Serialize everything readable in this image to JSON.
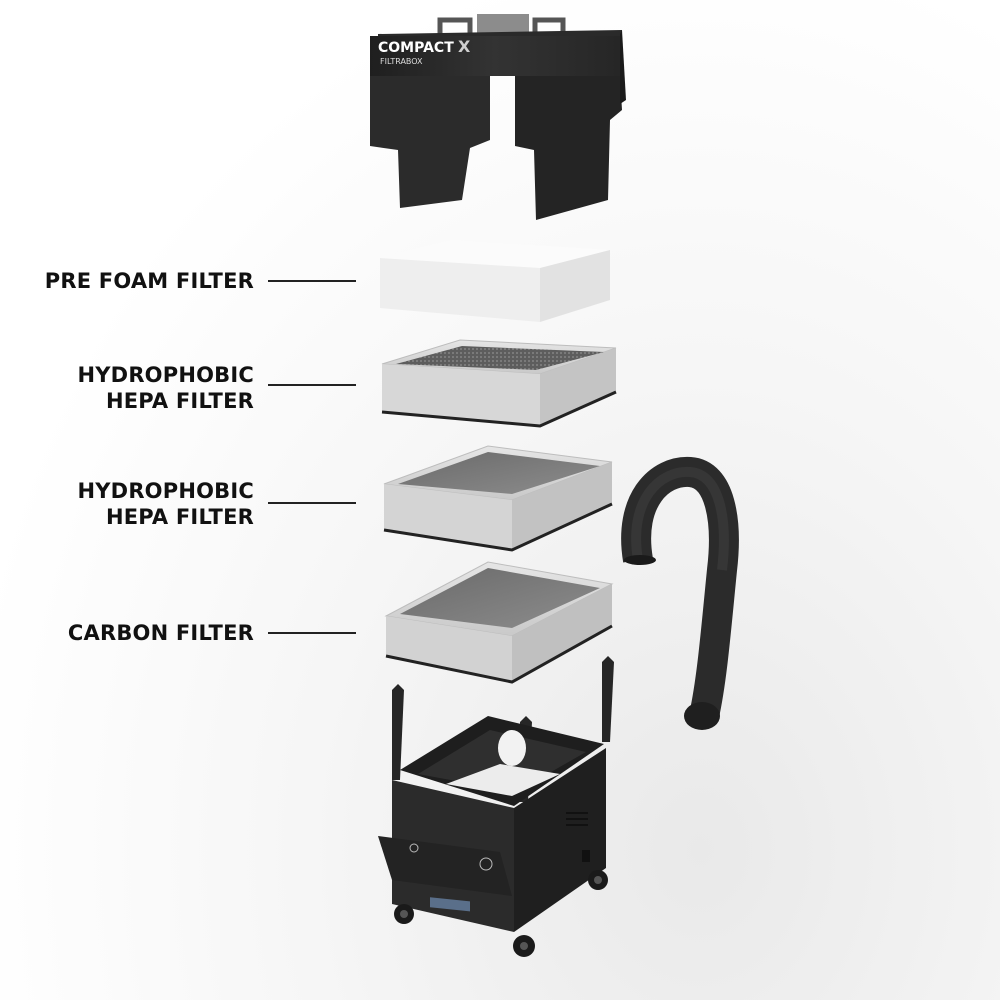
{
  "product": {
    "brand": "COMPACT",
    "brand_suffix": "X",
    "brand_sub": "FILTRABOX"
  },
  "labels": [
    {
      "lines": [
        "PRE FOAM FILTER"
      ]
    },
    {
      "lines": [
        "HYDROPHOBIC",
        "HEPA FILTER"
      ]
    },
    {
      "lines": [
        "HYDROPHOBIC",
        "HEPA FILTER"
      ]
    },
    {
      "lines": [
        "CARBON FILTER"
      ]
    }
  ],
  "colors": {
    "housing": "#2e2e2e",
    "housing_dark": "#1e1e1e",
    "filter_frame": "#d9d9d9",
    "foam": "#f1f1f1",
    "hose": "#2b2b2b"
  }
}
